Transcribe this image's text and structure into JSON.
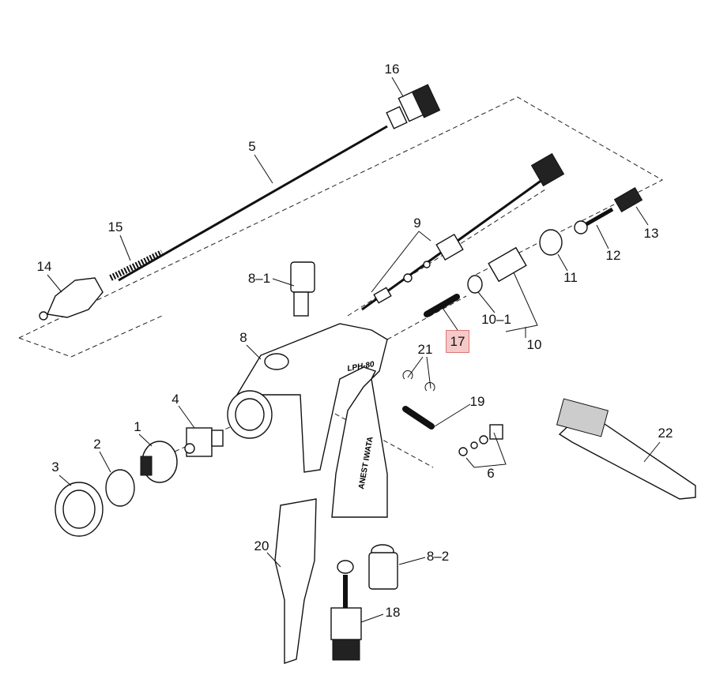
{
  "diagram": {
    "title_markings": {
      "gun_model": "LPH-80",
      "brand": "ANEST IWATA"
    },
    "highlight_color": "#f6c9c9",
    "labels": {
      "p16": "16",
      "p5": "5",
      "p9": "9",
      "p13": "13",
      "p15": "15",
      "p12": "12",
      "p14": "14",
      "p8_1": "8–1",
      "p11": "11",
      "p10_1": "10–1",
      "p17": "17",
      "p10": "10",
      "p8": "8",
      "p21": "21",
      "p19": "19",
      "p4": "4",
      "p1": "1",
      "p2": "2",
      "p3": "3",
      "p6": "6",
      "p22": "22",
      "p20": "20",
      "p8_2": "8–2",
      "p18": "18"
    }
  }
}
